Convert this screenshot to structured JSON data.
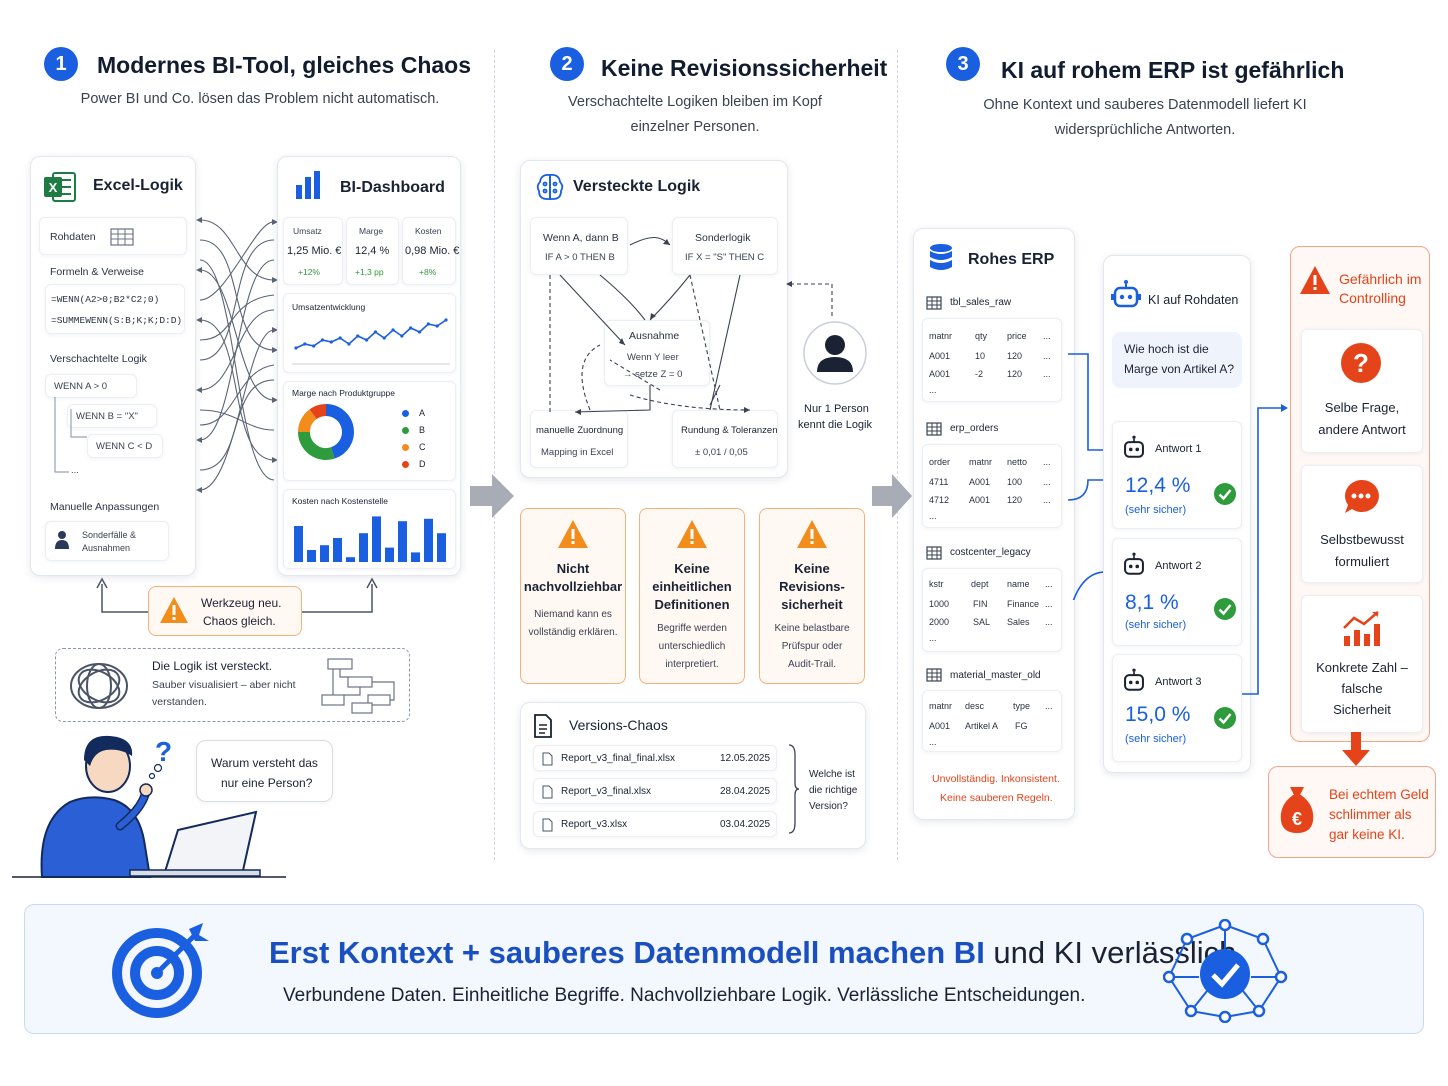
{
  "columns": [
    {
      "num": "1",
      "title": "Modernes BI-Tool, gleiches Chaos",
      "lead": "Power BI und Co. lösen das Problem nicht automatisch."
    },
    {
      "num": "2",
      "title": "Keine Revisionssicherheit",
      "lead1": "Verschachtelte Logiken bleiben im Kopf",
      "lead2": "einzelner Personen."
    },
    {
      "num": "3",
      "title": "KI auf rohem ERP ist gefährlich",
      "lead1": "Ohne Kontext und sauberes Datenmodell liefert KI",
      "lead2": "widersprüchliche Antworten."
    }
  ],
  "excel": {
    "title": "Excel-Logik",
    "rohdaten": "Rohdaten",
    "formeln": "Formeln & Verweise",
    "formula1": "=WENN(A2>0;B2*C2;0)",
    "formula2": "=SUMMEWENN(S:B;K;K;D:D)",
    "nested": "Verschachtelte Logik",
    "if1": "WENN A > 0",
    "if2": "WENN B = \"X\"",
    "if3": "WENN C < D",
    "dots": "...",
    "manual": "Manuelle Anpassungen",
    "special1": "Sonderfälle &",
    "special2": "Ausnahmen"
  },
  "bi": {
    "title": "BI-Dashboard",
    "kpis": [
      {
        "label": "Umsatz",
        "value": "1,25 Mio. €",
        "delta": "+12%"
      },
      {
        "label": "Marge",
        "value": "12,4 %",
        "delta": "+1,3 pp"
      },
      {
        "label": "Kosten",
        "value": "0,98 Mio. €",
        "delta": "+8%"
      }
    ],
    "trend_title": "Umsatzentwicklung",
    "donut_title": "Marge nach Produktgruppe",
    "legend": [
      "A",
      "B",
      "C",
      "D"
    ],
    "legend_colors": [
      "#1a5fe0",
      "#2e9b3c",
      "#f28c1a",
      "#e5431a"
    ],
    "bars_title": "Kosten nach Kostenstelle",
    "bar_heights": [
      0.75,
      0.25,
      0.35,
      0.5,
      0.1,
      0.6,
      0.95,
      0.3,
      0.85,
      0.2,
      0.9,
      0.6
    ],
    "trend_values": [
      0.3,
      0.4,
      0.35,
      0.5,
      0.45,
      0.55,
      0.4,
      0.6,
      0.5,
      0.7,
      0.55,
      0.75,
      0.6,
      0.8,
      0.7,
      0.9,
      0.85,
      1.0
    ],
    "donut_values": [
      0.45,
      0.3,
      0.15,
      0.1
    ]
  },
  "warning1": {
    "line1": "Werkzeug neu.",
    "line2": "Chaos gleich."
  },
  "hidden": {
    "title": "Die Logik ist versteckt.",
    "line1": "Sauber visualisiert – aber nicht",
    "line2": "verstanden."
  },
  "thought": {
    "line1": "Warum versteht das",
    "line2": "nur eine Person?",
    "q": "?"
  },
  "logic": {
    "title": "Versteckte Logik",
    "n1_title": "Wenn A, dann B",
    "n1_sub": "IF A > 0 THEN B",
    "n2_title": "Sonderlogik",
    "n2_sub": "IF X = \"S\" THEN C",
    "n3_title": "Ausnahme",
    "n3_sub1": "Wenn Y leer",
    "n3_sub2": "→ setze Z = 0",
    "n4_title": "manuelle Zuordnung",
    "n4_sub": "Mapping in Excel",
    "n5_title": "Rundung & Toleranzen",
    "n5_sub": "± 0,01 / 0,05",
    "person1": "Nur 1 Person",
    "person2": "kennt die Logik"
  },
  "issues": [
    {
      "t1": "Nicht",
      "t2": "nachvollziehbar",
      "t3": "",
      "d1": "Niemand kann es",
      "d2": "vollständig erklären.",
      "d3": ""
    },
    {
      "t1": "Keine",
      "t2": "einheitlichen",
      "t3": "Definitionen",
      "d1": "Begriffe werden",
      "d2": "unterschiedlich",
      "d3": "interpretiert."
    },
    {
      "t1": "Keine",
      "t2": "Revisions-",
      "t3": "sicherheit",
      "d1": "Keine belastbare",
      "d2": "Prüfspur oder",
      "d3": "Audit-Trail."
    }
  ],
  "versions": {
    "title": "Versions-Chaos",
    "files": [
      {
        "name": "Report_v3_final_final.xlsx",
        "date": "12.05.2025"
      },
      {
        "name": "Report_v3_final.xlsx",
        "date": "28.04.2025"
      },
      {
        "name": "Report_v3.xlsx",
        "date": "03.04.2025"
      }
    ],
    "q1": "Welche ist",
    "q2": "die richtige",
    "q3": "Version?"
  },
  "erp": {
    "title": "Rohes ERP",
    "tables": [
      {
        "name": "tbl_sales_raw",
        "cols": [
          "matnr",
          "qty",
          "price",
          "..."
        ],
        "rows": [
          [
            "A001",
            "10",
            "120",
            "..."
          ],
          [
            "A001",
            "-2",
            "120",
            "..."
          ]
        ]
      },
      {
        "name": "erp_orders",
        "cols": [
          "order",
          "matnr",
          "netto",
          "..."
        ],
        "rows": [
          [
            "4711",
            "A001",
            "100",
            "..."
          ],
          [
            "4712",
            "A001",
            "120",
            "..."
          ]
        ]
      },
      {
        "name": "costcenter_legacy",
        "cols": [
          "kstr",
          "dept",
          "name",
          "..."
        ],
        "rows": [
          [
            "1000",
            "FIN",
            "Finance",
            "..."
          ],
          [
            "2000",
            "SAL",
            "Sales",
            "..."
          ]
        ]
      },
      {
        "name": "material_master_old",
        "cols": [
          "matnr",
          "desc",
          "type",
          "..."
        ],
        "rows": [
          [
            "A001",
            "Artikel A",
            "FG",
            "..."
          ]
        ]
      }
    ],
    "ellipsis": "...",
    "foot1": "Unvollständig. Inkonsistent.",
    "foot2": "Keine sauberen Regeln."
  },
  "ki": {
    "title": "KI auf Rohdaten",
    "question1": "Wie hoch ist die",
    "question2": "Marge von Artikel A?",
    "answers": [
      {
        "label": "Antwort 1",
        "value": "12,4 %",
        "note": "(sehr sicher)"
      },
      {
        "label": "Antwort 2",
        "value": "8,1 %",
        "note": "(sehr sicher)"
      },
      {
        "label": "Antwort 3",
        "value": "15,0 %",
        "note": "(sehr sicher)"
      }
    ]
  },
  "danger": {
    "title1": "Gefährlich im",
    "title2": "Controlling",
    "items": [
      {
        "icon": "question-icon",
        "l1": "Selbe Frage,",
        "l2": "andere Antwort",
        "l3": ""
      },
      {
        "icon": "speech-icon",
        "l1": "Selbstbewusst",
        "l2": "formuliert",
        "l3": ""
      },
      {
        "icon": "chart-icon",
        "l1": "Konkrete Zahl –",
        "l2": "falsche",
        "l3": "Sicherheit"
      }
    ],
    "money1": "Bei echtem Geld",
    "money2": "schlimmer als",
    "money3": "gar keine KI.",
    "euro": "€"
  },
  "footer": {
    "bold": "Erst Kontext + sauberes Datenmodell machen BI",
    "rest": " und KI verlässlich.",
    "sub": "Verbundene Daten. Einheitliche Begriffe. Nachvollziehbare Logik. Verlässliche Entscheidungen."
  },
  "colors": {
    "accent": "#1a5fe0",
    "warning": "#f28c1a",
    "danger": "#e5431a",
    "ok": "#2e9b3c"
  }
}
